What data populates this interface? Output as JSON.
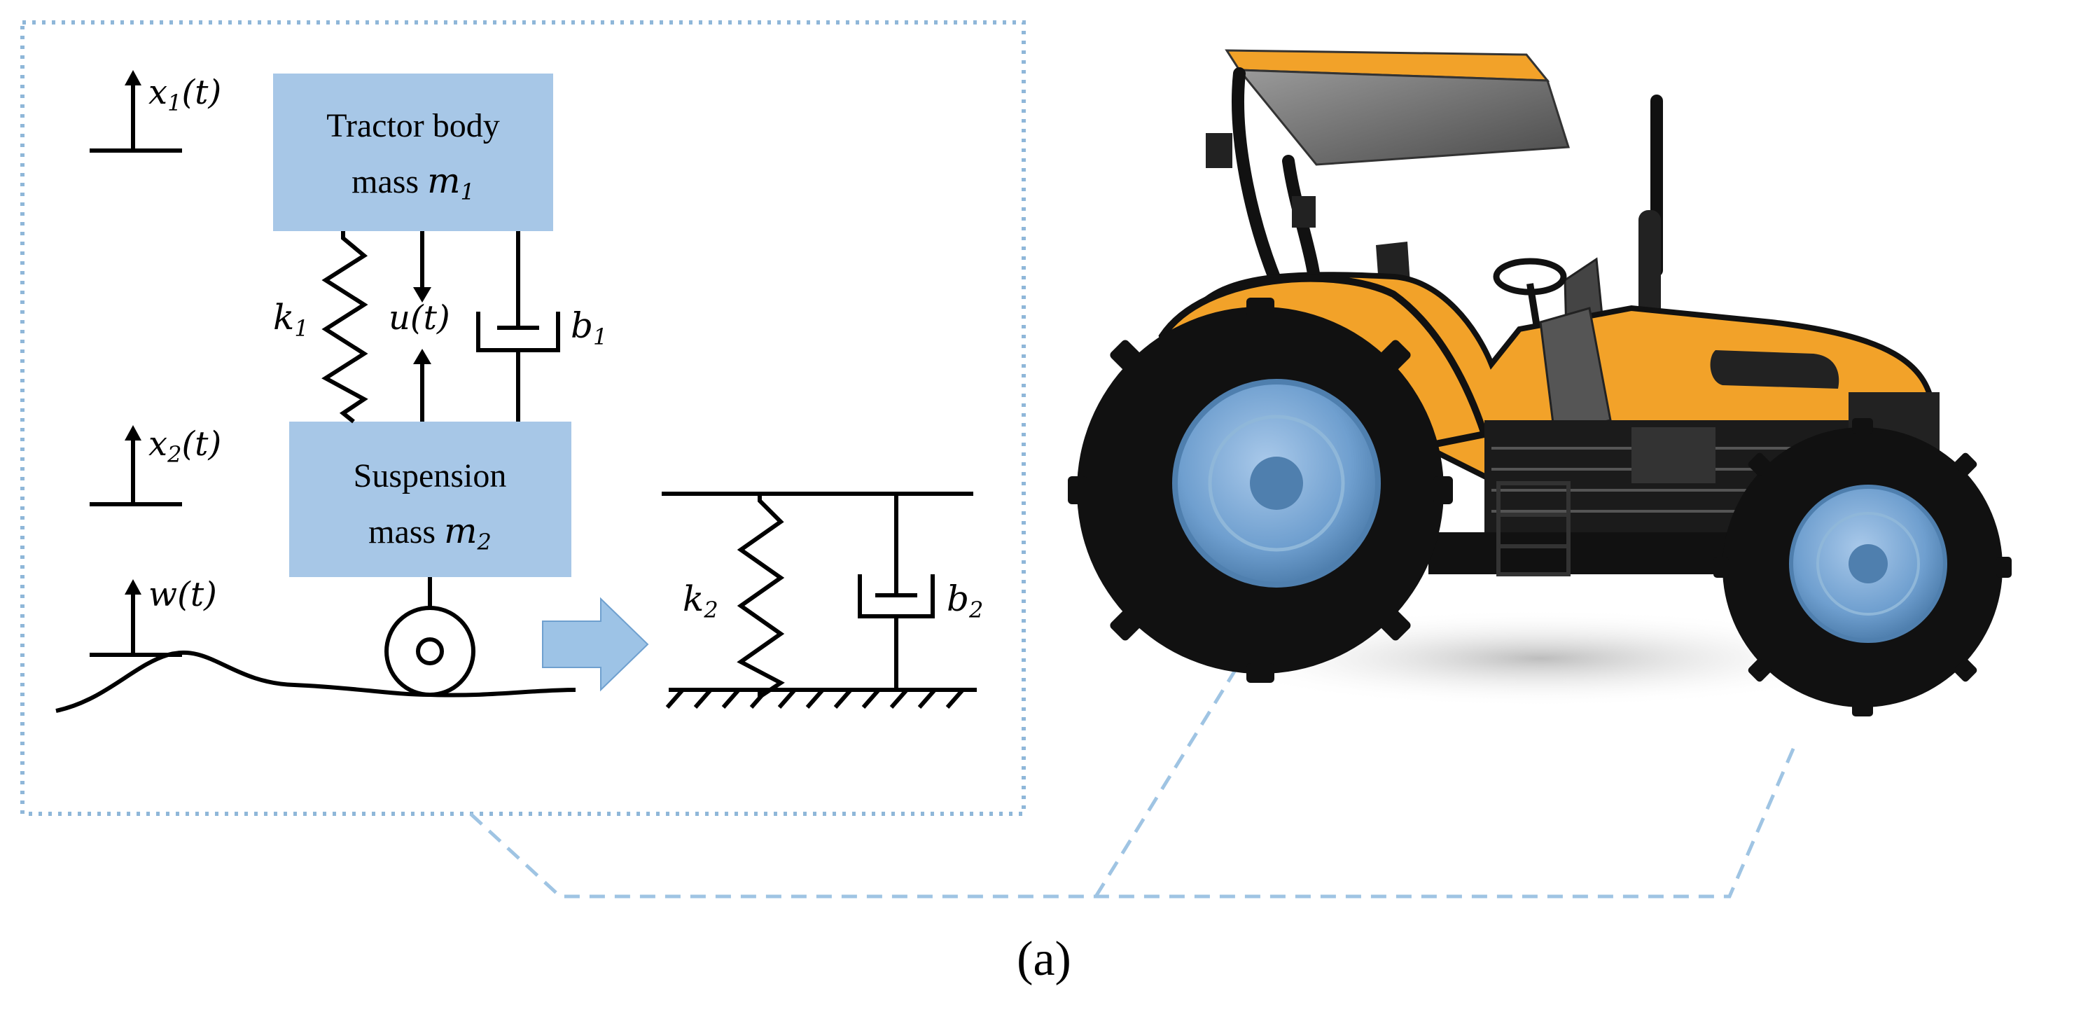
{
  "diagram": {
    "inset": {
      "body_box": {
        "line1": "Tractor body",
        "line2_prefix": "mass ",
        "var": "m",
        "sub": "1"
      },
      "suspension_box": {
        "line1": "Suspension",
        "line2_prefix": "mass ",
        "var": "m",
        "sub": "2"
      },
      "labels": {
        "x1": {
          "var": "x",
          "sub": "1",
          "arg": "(t)"
        },
        "x2": {
          "var": "x",
          "sub": "2",
          "arg": "(t)"
        },
        "w": {
          "var": "w",
          "arg": "(t)"
        },
        "u": {
          "var": "u",
          "arg": "(t)"
        },
        "k1": {
          "var": "k",
          "sub": "1"
        },
        "b1": {
          "var": "b",
          "sub": "1"
        },
        "k2": {
          "var": "k",
          "sub": "2"
        },
        "b2": {
          "var": "b",
          "sub": "2"
        }
      }
    },
    "caption": "(a)",
    "colors": {
      "mass_box": "#a7c7e7",
      "dotted_frame": "#8fb7d9",
      "dashed_leader": "#9fc4e3",
      "arrow": "#9dc3e6",
      "tractor_orange": "#f2a229",
      "tire": "#111111",
      "rim": "#6f9fcf"
    }
  }
}
